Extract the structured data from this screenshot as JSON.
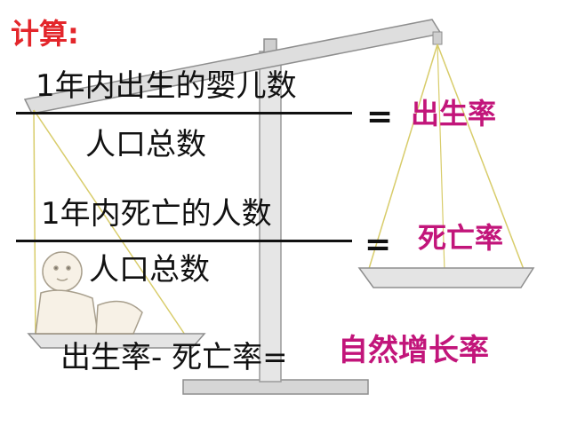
{
  "heading": "计算:",
  "birth": {
    "numerator": "1年内出生的婴儿数",
    "denominator": "人口总数",
    "equals": "=",
    "result": "出生率"
  },
  "death": {
    "numerator": "1年内死亡的人数",
    "denominator": "人口总数",
    "equals": "=",
    "result": "死亡率"
  },
  "growth": {
    "formula": "出生率- 死亡率=",
    "result": "自然增长率"
  },
  "colors": {
    "heading": "#e3262b",
    "result": "#c2157a",
    "text": "#111111",
    "balance": "#b8b8b8",
    "strings": "#d8cc6a"
  }
}
